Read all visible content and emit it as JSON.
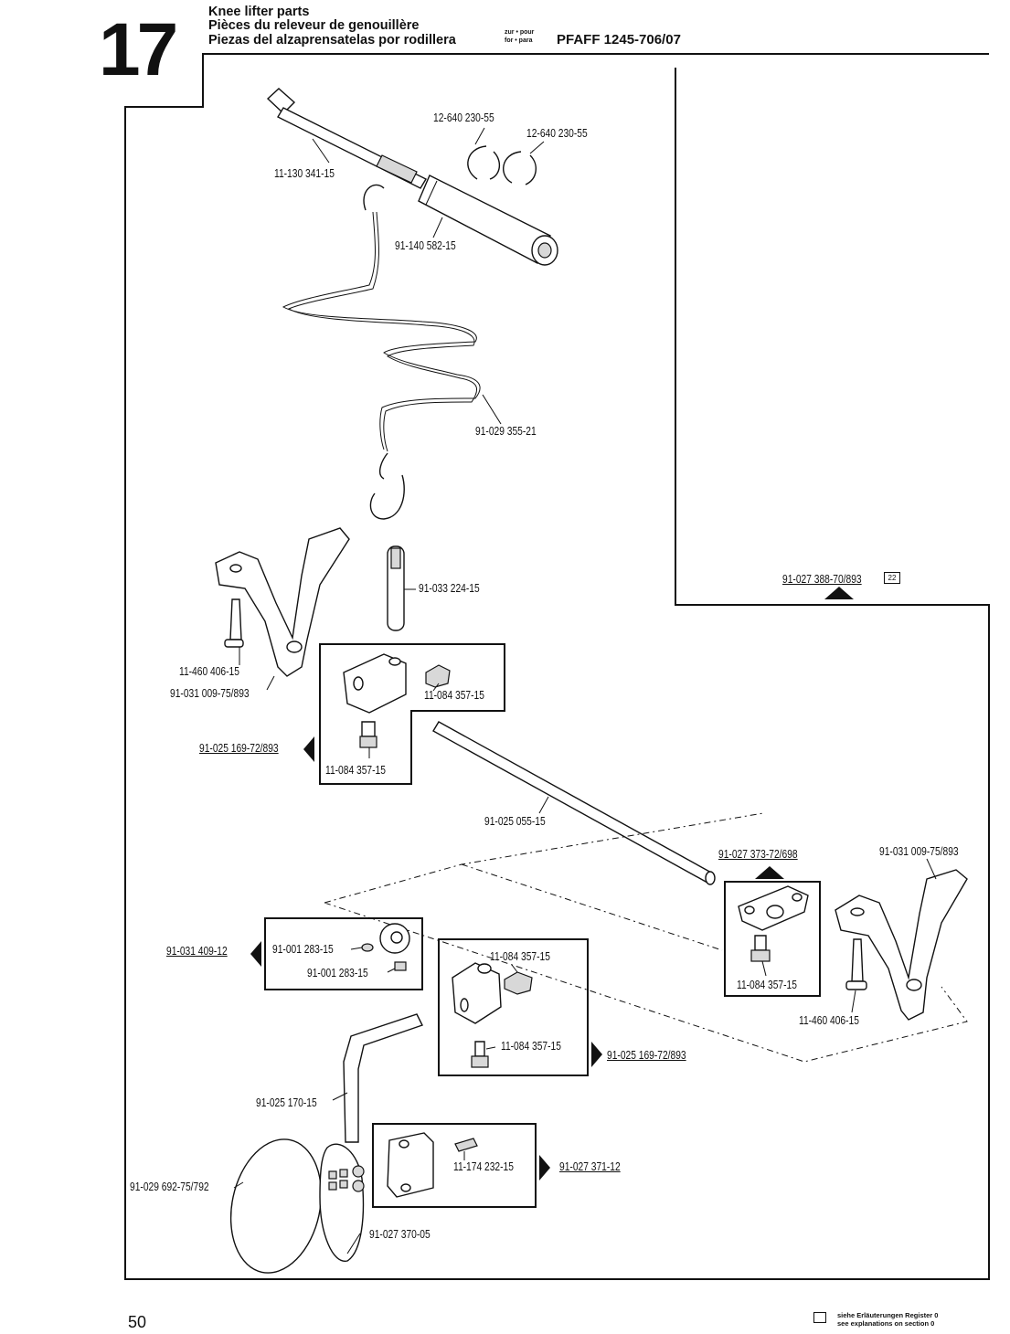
{
  "header": {
    "section_number": "17",
    "title_en": "Knee lifter parts",
    "title_fr": "Pièces du releveur de genouillère",
    "title_es": "Piezas del alzaprensatelas por rodillera",
    "for_label_1": "zur • pour",
    "for_label_2": "for • para",
    "model": "PFAFF 1245-706/07"
  },
  "labels": {
    "p1": "12-640 230-55",
    "p2": "12-640 230-55",
    "p3": "11-130 341-15",
    "p4": "91-140 582-15",
    "p5": "91-029 355-21",
    "p6": "91-027 388-70/893",
    "p6_ref": "22",
    "p7": "91-033 224-15",
    "p8": "11-460 406-15",
    "p9": "91-031 009-75/893",
    "p10": "11-084 357-15",
    "p11": "91-025 169-72/893",
    "p12": "11-084 357-15",
    "p13": "91-025 055-15",
    "p14": "91-027 373-72/698",
    "p15": "91-031 009-75/893",
    "p16": "91-031 409-12",
    "p17": "91-001 283-15",
    "p18": "91-001 283-15",
    "p19": "11-084 357-15",
    "p20": "11-084 357-15",
    "p21": "11-460 406-15",
    "p22": "11-084 357-15",
    "p23": "91-025 169-72/893",
    "p24": "91-025 170-15",
    "p25": "91-029 692-75/792",
    "p26": "11-174 232-15",
    "p27": "91-027 371-12",
    "p28": "91-027 370-05"
  },
  "footer": {
    "page_number": "50",
    "legend_de": "siehe Erläuterungen Register 0",
    "legend_en": "see explanations on section 0"
  }
}
